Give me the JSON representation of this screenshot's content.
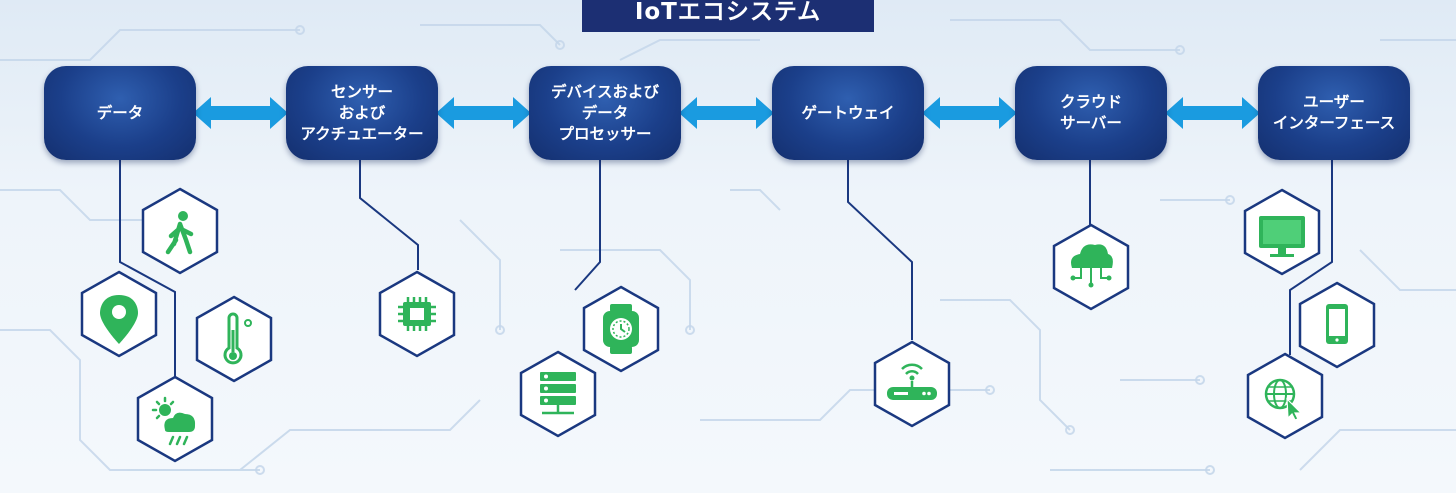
{
  "title": "IoTエコシステム",
  "nodes": [
    {
      "id": "data",
      "lines": [
        "データ"
      ]
    },
    {
      "id": "sensors",
      "lines": [
        "センサー",
        "および",
        "アクチュエーター"
      ]
    },
    {
      "id": "devices",
      "lines": [
        "デバイスおよび",
        "データ",
        "プロセッサー"
      ]
    },
    {
      "id": "gateway",
      "lines": [
        "ゲートウェイ"
      ]
    },
    {
      "id": "cloud",
      "lines": [
        "クラウド",
        "サーバー"
      ]
    },
    {
      "id": "ui",
      "lines": [
        "ユーザー",
        "インターフェース"
      ]
    }
  ],
  "icons": [
    "walking-person-icon",
    "location-pin-icon",
    "thermometer-icon",
    "weather-icon",
    "chip-icon",
    "server-icon",
    "smartwatch-icon",
    "router-icon",
    "cloud-network-icon",
    "monitor-icon",
    "smartphone-icon",
    "web-globe-icon"
  ],
  "colors": {
    "node": "#1b3f8a",
    "title_bar": "#1c2f73",
    "arrow": "#1a9be0",
    "connector": "#1a3880",
    "icon": "#2fb45a"
  }
}
